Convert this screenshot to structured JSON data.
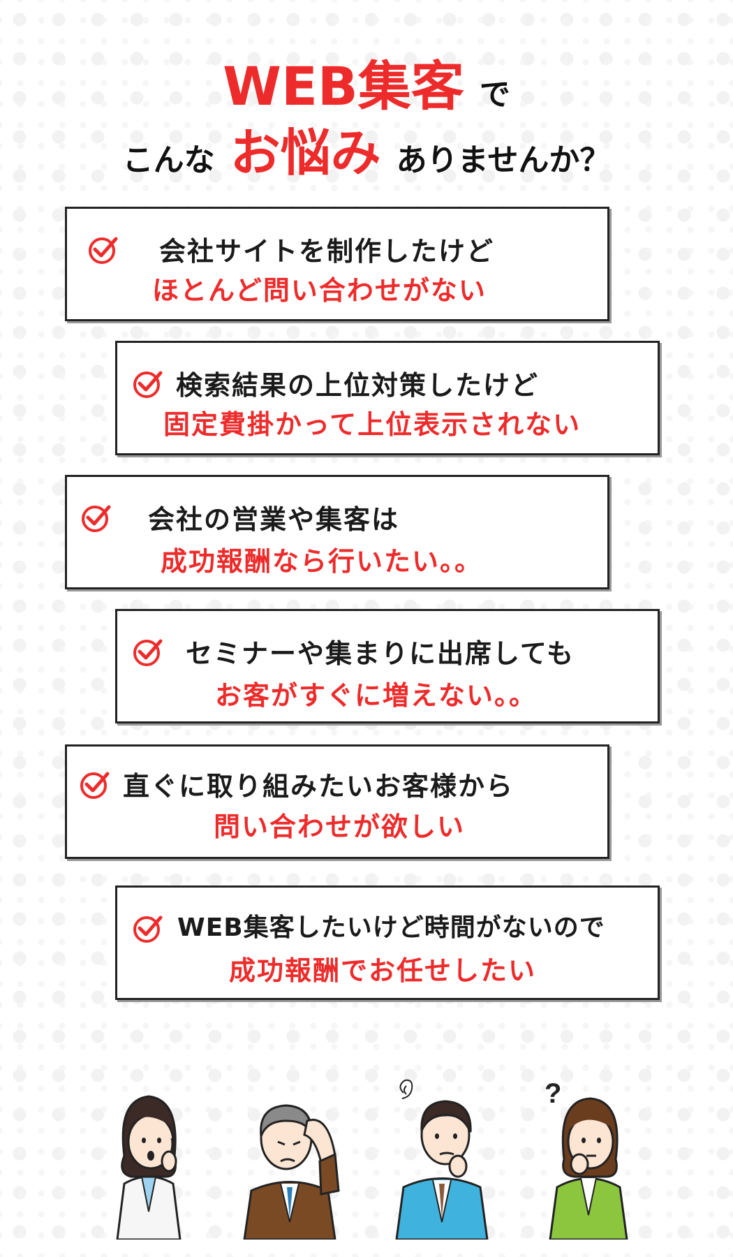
{
  "header": {
    "line1_red": "WEB集客",
    "line1_black": "で",
    "line2_pre": "こんな",
    "line2_red": "お悩み",
    "line2_post": "ありませんか？"
  },
  "items": [
    {
      "line1": "会社サイトを制作したけど",
      "line2": "ほとんど問い合わせがない"
    },
    {
      "line1": "検索結果の上位対策したけど",
      "line2": "固定費掛かって上位表示されない"
    },
    {
      "line1": "会社の営業や集客は",
      "line2": "成功報酬なら行いたい。。"
    },
    {
      "line1": "セミナーや集まりに出席しても",
      "line2": "お客がすぐに増えない。。"
    },
    {
      "line1": "直ぐに取り組みたいお客様から",
      "line2": "問い合わせが欲しい"
    },
    {
      "line1": "WEB集客したいけど時間がないので",
      "line2": "成功報酬でお任せしたい"
    }
  ],
  "colors": {
    "accent": "#ee2b2b",
    "text": "#1a1a1a"
  },
  "icons": [
    "check-circle-icon",
    "woman-worried-illustration",
    "man-headache-illustration",
    "man-confused-illustration",
    "woman-question-illustration"
  ]
}
